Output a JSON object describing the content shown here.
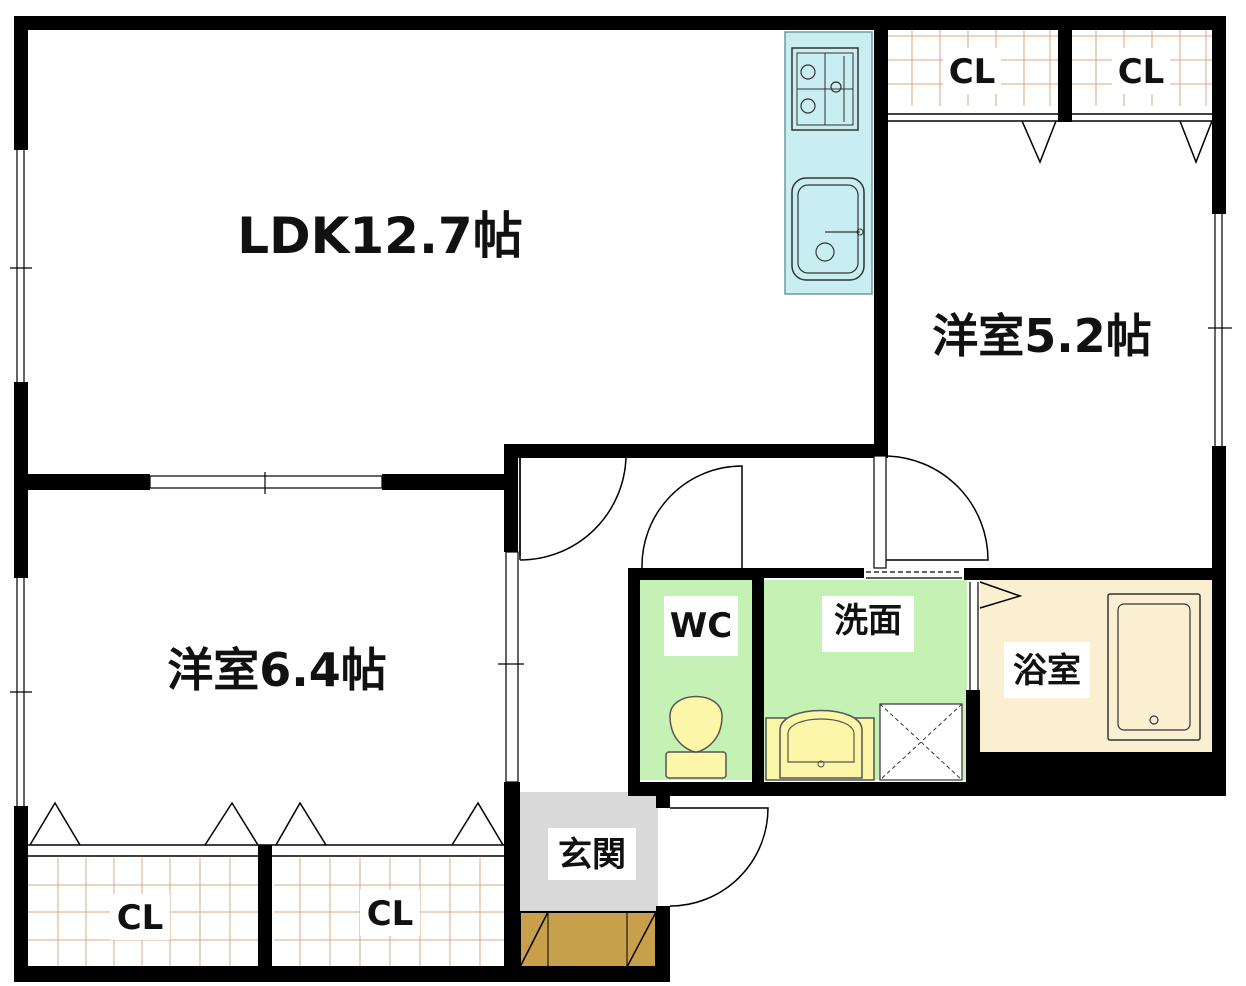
{
  "rooms": {
    "ldk": {
      "label": "LDK12.7帖"
    },
    "bedroom_north": {
      "label": "洋室5.2帖"
    },
    "bedroom_west": {
      "label": "洋室6.4帖"
    },
    "wc": {
      "label": "WC"
    },
    "washroom": {
      "label": "洗面"
    },
    "bath": {
      "label": "浴室"
    },
    "entrance": {
      "label": "玄関"
    },
    "closet_ne_1": {
      "label": "CL"
    },
    "closet_ne_2": {
      "label": "CL"
    },
    "closet_sw_1": {
      "label": "CL"
    },
    "closet_sw_2": {
      "label": "CL"
    }
  },
  "colors": {
    "wall": "#000000",
    "kitchen_counter": "#c8eef2",
    "wet_area": "#c6f1b4",
    "bath": "#fbefd2",
    "entrance": "#d9d9d9",
    "shoe_box": "#c8a04c",
    "closet_grid": "#d9a98a",
    "fixture": "#fbf6a8"
  }
}
